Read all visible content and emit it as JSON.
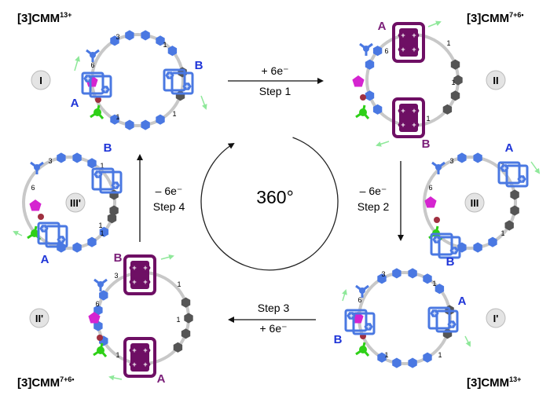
{
  "names": {
    "top_left": {
      "base": "[3]CMM",
      "charge": "13+"
    },
    "top_right": {
      "base": "[3]CMM",
      "charge": "7+6•"
    },
    "bottom_left": {
      "base": "[3]CMM",
      "charge": "7+6•"
    },
    "bottom_right": {
      "base": "[3]CMM",
      "charge": "13+"
    }
  },
  "states": {
    "s1": "I",
    "s2": "II",
    "s3": "III",
    "s1p": "I'",
    "s2p": "II'",
    "s3p": "III'"
  },
  "rings": {
    "a": "A",
    "b": "B"
  },
  "links": {
    "one": "1",
    "three": "3",
    "six": "6"
  },
  "plus": "+",
  "steps": {
    "step1": {
      "reagent": "+ 6e⁻",
      "label": "Step 1"
    },
    "step2": {
      "reagent": "– 6e⁻",
      "label": "Step 2"
    },
    "step3": {
      "reagent": "+ 6e⁻",
      "label": "Step 3"
    },
    "step4": {
      "reagent": "– 6e⁻",
      "label": "Step 4"
    }
  },
  "rotation": "360°",
  "colors": {
    "blue": "#4a78e2",
    "blue_text": "#1f35d8",
    "purple": "#6e0f64",
    "purple_text": "#7a1e78",
    "magenta": "#d524d0",
    "green": "#2ed017",
    "gray_track": "#c8c8c8",
    "dark_hex": "#555555",
    "bead": "#a03040",
    "arrow_green": "#8fe89a",
    "badge": "#e4e4e4"
  }
}
